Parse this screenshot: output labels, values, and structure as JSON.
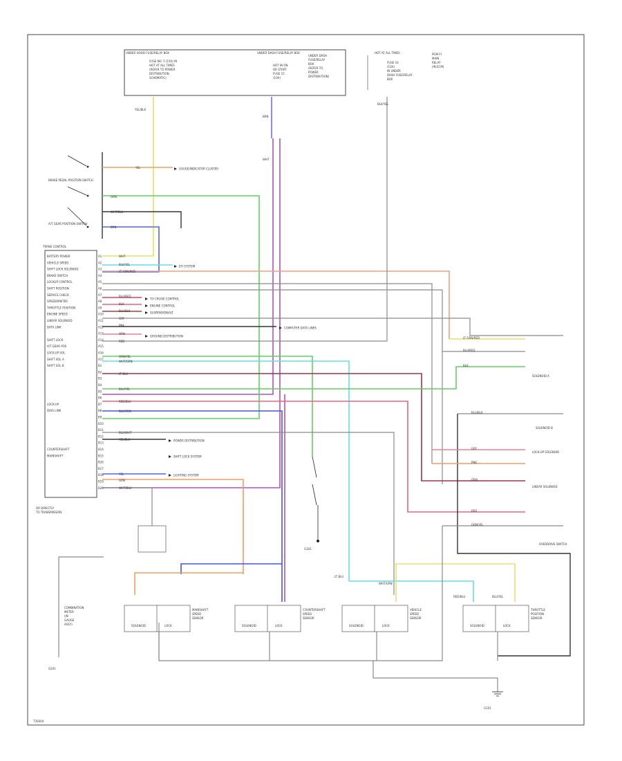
{
  "diagram": {
    "footer_code": "T35604",
    "fuse_box": {
      "headers": [
        "UNDER HOOD FUSE/RELAY BOX",
        "UNDER DASH FUSE/RELAY BOX"
      ],
      "left_note": [
        "FUSE NO. 5 (15A) IN",
        "HOT AT ALL TIMES",
        "(REFER TO POWER",
        "DISTRIBUTION",
        "SCHEMATIC)"
      ],
      "right_note": [
        "HOT IN ON",
        "OR START",
        "FUSE 15",
        "(10A)"
      ]
    },
    "right_fuse": {
      "header": "HOT AT ALL TIMES",
      "note": [
        "FUSE 10",
        "(10A)",
        "IN UNDER",
        "DASH FUSE/RELAY",
        "BOX"
      ]
    },
    "side_note": [
      "UNDER DASH",
      "FUSE/RELAY",
      "BOX",
      "(REFER TO",
      "POWER",
      "DISTRIBUTION)"
    ],
    "ecm_label": [
      "PGM-FI",
      "MAIN",
      "RELAY",
      "(IN ECM)"
    ],
    "tcm_label": "TRANS CONTROL",
    "tcm_pins": [
      "A1",
      "A2",
      "A3",
      "A4",
      "A5",
      "A6",
      "A7",
      "A8",
      "A9",
      "A10",
      "A11",
      "A12",
      "A13",
      "A14",
      "A15",
      "A16",
      "A17",
      "B1",
      "B2",
      "B3",
      "B4",
      "B5",
      "B6",
      "B7",
      "B8",
      "B9",
      "B10",
      "B11",
      "B12",
      "B13",
      "B14",
      "B15",
      "B16",
      "B17",
      "B18",
      "B19",
      "B20"
    ],
    "tcm_inputs": [
      "BATTERY POWER",
      "VEHICLE SPEED",
      "SHIFT LOCK SOLENOID",
      "BRAKE SWITCH",
      "LOCKUP CONTROL",
      "SHIFT POSITION",
      "SERVICE CHECK",
      "SPEEDOMETER",
      "THROTTLE POSITION",
      "ENGINE SPEED",
      "LINEAR SOLENOID",
      "DATA LINK",
      "",
      "SHIFT LOCK",
      "A/T GEAR POS",
      "LOCK-UP SOL",
      "SHIFT SOL A",
      "SHIFT SOL B",
      "",
      "",
      "",
      "",
      "",
      "LOCK-UP",
      "DIAG LINK",
      "",
      "",
      "",
      "",
      "",
      "COUNTERSHAFT",
      "MAINSHAFT",
      "",
      ""
    ],
    "tcm_footer": [
      "OR DIRECTLY",
      "TO TRANSMISSION"
    ],
    "wire_tags": [
      "YEL/BLK",
      "YEL",
      "GRN",
      "WHT/BLU",
      "BRN",
      "WHT",
      "BLK/YEL",
      "LT GRN/RED",
      "BLU/RED",
      "BLK",
      "BLU/BLK",
      "GRY",
      "PNK",
      "ORN",
      "RED",
      "GRN/YEL",
      "WHT/GRN",
      "LT BLU",
      "BLU/YEL",
      "RED/BLU",
      "BLK/ORN",
      "BLU/WHT"
    ],
    "callouts": [
      "GAUGE/INDICATOR CLUSTER",
      "EFI SYSTEM",
      "TO CRUISE CONTROL",
      "ENGINE CONTROL",
      "SUSPENSION/ALT",
      "COMPUTER DATA LINES",
      "GROUND DISTRIBUTION",
      "POWER DISTRIBUTION",
      "SHIFT LOCK SYSTEM",
      "LIGHTING SYSTEM"
    ],
    "switch_labels": [
      "BRAKE PEDAL POSITION SWITCH",
      "A/T GEAR POSITION SWITCH"
    ],
    "right_labels": [
      "SOLENOID A",
      "SOLENOID B",
      "LOCK-UP SOLENOID",
      "LINEAR SOLENOID",
      "OVERDRIVE SWITCH"
    ],
    "bottom_modules": [
      "MAINSHAFT SPEED SENSOR",
      "COUNTERSHAFT SPEED SENSOR",
      "VEHICLE SPEED SENSOR",
      "THROTTLE POSITION SENSOR"
    ],
    "module_sub": [
      "SOLENOID",
      "LOCK"
    ],
    "left_module": [
      "COMBINATION",
      "METER",
      "(IN",
      "GAUGE",
      "ASSY)"
    ],
    "ground_labels": [
      "G101",
      "G201",
      "G301"
    ]
  }
}
